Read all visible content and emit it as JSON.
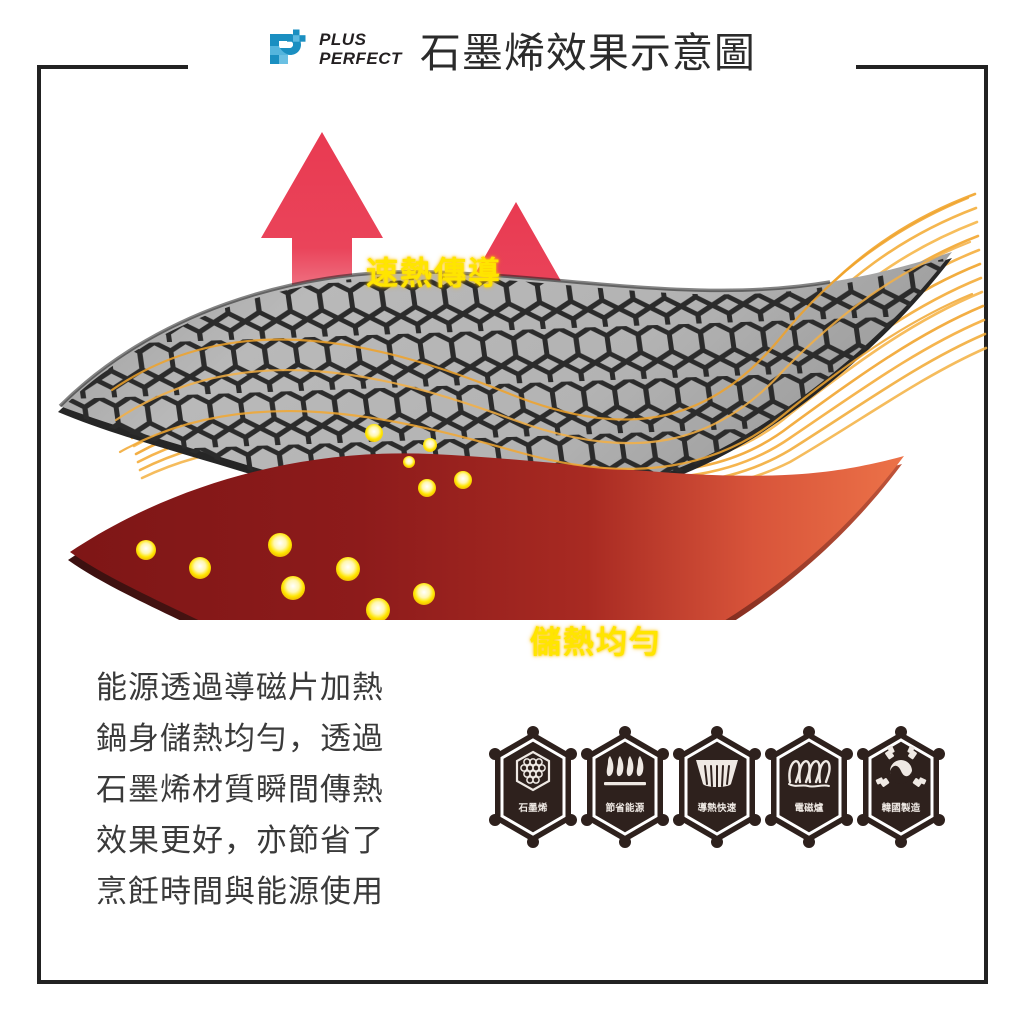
{
  "header": {
    "brand": {
      "mark_icon": "plus-p-logo-icon",
      "line1": "PLUS",
      "line2": "PERFECT",
      "mark_color_dark": "#1a8fc1",
      "mark_color_light": "#5bb9e0"
    },
    "title": "石墨烯效果示意圖"
  },
  "frame": {
    "color": "#222222"
  },
  "diagram": {
    "labels": {
      "fast_heat": "速熱傳導",
      "even_heat": "儲熱均勻"
    },
    "label_color": "#FFE500",
    "arrows": [
      {
        "name": "heat-arrow-left",
        "color": "#E8344C"
      },
      {
        "name": "heat-arrow-right",
        "color": "#E8344C"
      }
    ],
    "layers": [
      {
        "name": "graphene-sheet",
        "fill": "#b3b3b3",
        "edge": "#2b2b2b"
      },
      {
        "name": "heat-storage-plate",
        "fill_left": "#8B1A1A",
        "fill_right": "#E8653D"
      }
    ],
    "heat_flow_color": "#F5A623",
    "heat_dot_color": "#FFE600",
    "heat_dot_count_plate": 8,
    "heat_dot_count_sheet": 5
  },
  "body_copy": {
    "lines": [
      "能源透過導磁片加熱",
      "鍋身儲熱均勻，透過",
      "石墨烯材質瞬間傳熱",
      "效果更好，亦節省了",
      "烹飪時間與能源使用"
    ]
  },
  "badges": [
    {
      "label": "石墨烯",
      "icon": "honeycomb-icon"
    },
    {
      "label": "節省能源",
      "icon": "flames-icon"
    },
    {
      "label": "導熱快速",
      "icon": "pot-icon"
    },
    {
      "label": "電磁爐",
      "icon": "induction-coil-icon"
    },
    {
      "label": "韓國製造",
      "icon": "korean-flag-icon"
    }
  ],
  "badge_colors": {
    "fill": "#2e211d",
    "ring": "#ffffff",
    "text": "#efe9e4"
  }
}
